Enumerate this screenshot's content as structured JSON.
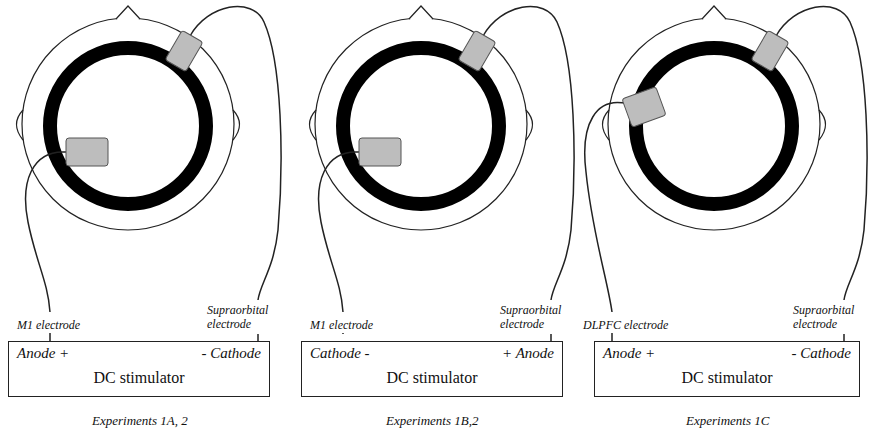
{
  "diagram": {
    "nodes": [
      {
        "text": [
          "Anode +",
          "- Cathode",
          "DC stimulator"
        ]
      },
      {
        "text": [
          "Cathode -",
          "+ Anode",
          "DC stimulator"
        ]
      },
      {
        "text": [
          "Anode +",
          "- Cathode",
          "DC stimulator"
        ]
      }
    ],
    "labels": [
      "M1 electrode",
      "Supraorbital electrode",
      "Experiments 1A, 2",
      "M1 electrode",
      "Supraorbital electrode",
      "Experiments 1B,2",
      "DLPFC electrode",
      "Supraorbital electrode",
      "Experiments 1C"
    ]
  }
}
